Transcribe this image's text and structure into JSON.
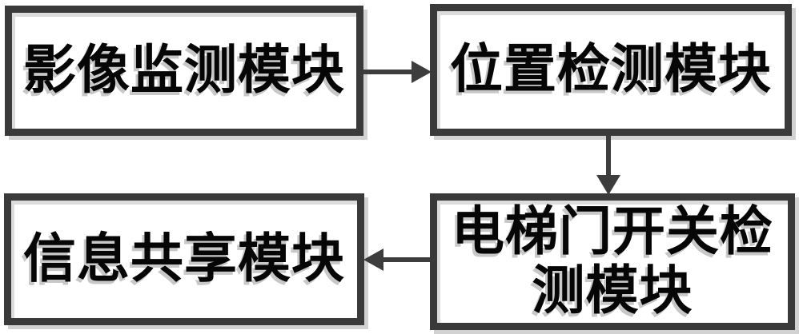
{
  "diagram": {
    "type": "flowchart",
    "background_color": "#ffffff",
    "node_border_color": "#3a3a3a",
    "node_fill_color": "#ffffff",
    "text_color": "#060606",
    "shadow_color": "#c8c8c8",
    "arrow_color": "#3d3d3d",
    "nodes": [
      {
        "id": "image-monitoring-module",
        "label": "影像监测模块",
        "position": "top-left"
      },
      {
        "id": "position-detection-module",
        "label": "位置检测模块",
        "position": "top-right"
      },
      {
        "id": "elevator-door-switch-detection-module",
        "label": "电梯门开关检测模块",
        "position": "bottom-right"
      },
      {
        "id": "information-sharing-module",
        "label": "信息共享模块",
        "position": "bottom-left"
      }
    ],
    "edges": [
      {
        "from": "影像监测模块",
        "to": "位置检测模块",
        "direction": "right"
      },
      {
        "from": "位置检测模块",
        "to": "电梯门开关检测模块",
        "direction": "down"
      },
      {
        "from": "电梯门开关检测模块",
        "to": "信息共享模块",
        "direction": "left"
      }
    ]
  }
}
